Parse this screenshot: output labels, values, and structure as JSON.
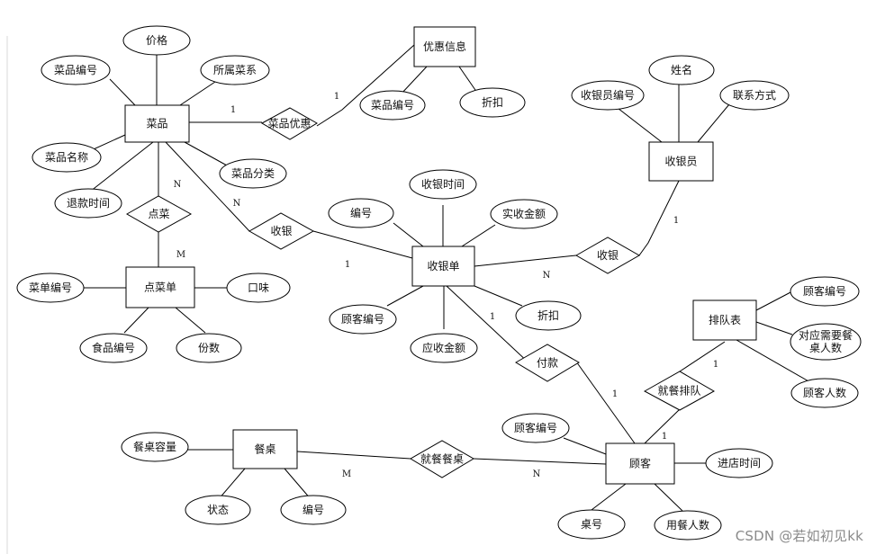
{
  "diagram": {
    "entities": {
      "dish": "菜品",
      "promo_info": "优惠信息",
      "cashier": "收银员",
      "order_dish": "点菜单",
      "bill": "收银单",
      "queue_table": "排队表",
      "dining_table": "餐桌",
      "customer": "顾客"
    },
    "relationships": {
      "dish_promo": "菜品优惠",
      "order": "点菜",
      "checkout_left": "收银",
      "checkout_right": "收银",
      "payment": "付款",
      "queue": "就餐排队",
      "dine_table": "就餐餐桌"
    },
    "attributes": {
      "dish_price": "价格",
      "dish_id": "菜品编号",
      "dish_cuisine": "所属菜系",
      "dish_name": "菜品名称",
      "dish_category": "菜品分类",
      "dish_return_time": "退款时间",
      "promo_dish_id": "菜品编号",
      "promo_discount": "折扣",
      "cashier_name": "姓名",
      "cashier_id": "收银员编号",
      "cashier_contact": "联系方式",
      "order_id": "菜单编号",
      "order_taste": "口味",
      "order_food_id": "食品编号",
      "order_portion": "份数",
      "bill_id": "编号",
      "bill_time": "收银时间",
      "bill_paid": "实收金额",
      "bill_customer_id": "顾客编号",
      "bill_due": "应收金额",
      "bill_discount": "折扣",
      "queue_customer_id": "顾客编号",
      "queue_table_size": "对应需要餐桌人数",
      "queue_people": "顾客人数",
      "table_capacity": "餐桌容量",
      "table_status": "状态",
      "table_id": "编号",
      "customer_id": "顾客编号",
      "customer_arrival": "进店时间",
      "customer_table_no": "桌号",
      "customer_diners": "用餐人数"
    },
    "cardinalities": {
      "promo_1": "1",
      "dish_order_n": "N",
      "order_m": "M",
      "dish_checkout_n": "N",
      "checkout_bill_1": "1",
      "cashier_1": "1",
      "bill_cashier_n": "N",
      "bill_pay_1": "1",
      "pay_customer_1": "1",
      "queue_1": "1",
      "customer_queue_1": "1",
      "table_m": "M",
      "customer_table_n": "N"
    }
  },
  "watermark": "CSDN @若如初见kk"
}
